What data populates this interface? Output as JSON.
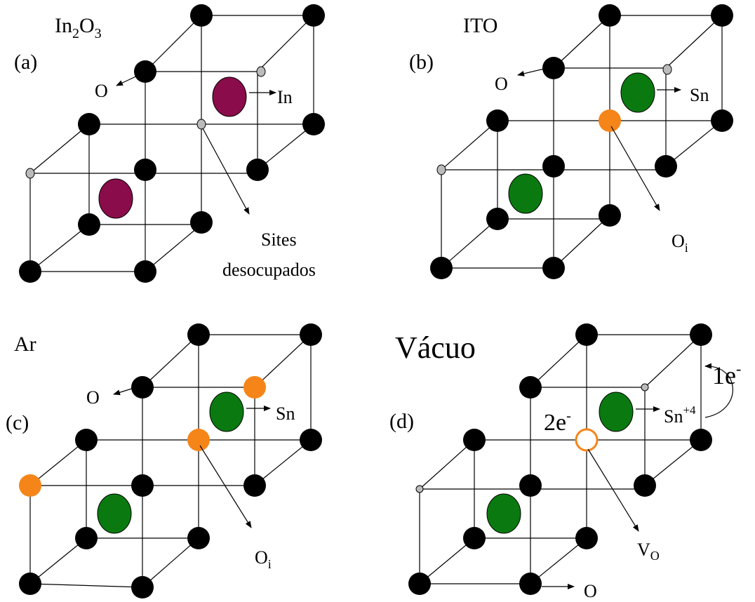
{
  "colors": {
    "atom": "#000000",
    "indium": "#8a0c4a",
    "tin": "#0a7a10",
    "interstitial_oxygen": "#f58519",
    "vacancy_small": "#bbbbbb",
    "line": "#000000"
  },
  "panels": [
    {
      "id": "a",
      "tag": "(a)",
      "title_main": "In",
      "title_sub1": "2",
      "title_mid": "O",
      "title_sub2": "3",
      "o_label": "O",
      "dopant_label": "In",
      "pointer_label_line1": "Sites",
      "pointer_label_line2": "desocupados"
    },
    {
      "id": "b",
      "tag": "(b)",
      "title": "ITO",
      "o_label": "O",
      "dopant_label": "Sn",
      "pointer_main": "O",
      "pointer_sub": "i"
    },
    {
      "id": "c",
      "tag": "(c)",
      "title": "Ar",
      "o_label": "O",
      "dopant_label": "Sn",
      "pointer_main": "O",
      "pointer_sub": "i"
    },
    {
      "id": "d",
      "tag": "(d)",
      "title": "Vácuo",
      "o_label": "O",
      "dopant_main": "Sn",
      "dopant_sup": "+4",
      "electron_main": "1e",
      "electron_sup": "-",
      "vacancy_charge_main": "2e",
      "vacancy_charge_sup": "-",
      "pointer_main": "V",
      "pointer_sub": "O"
    }
  ]
}
